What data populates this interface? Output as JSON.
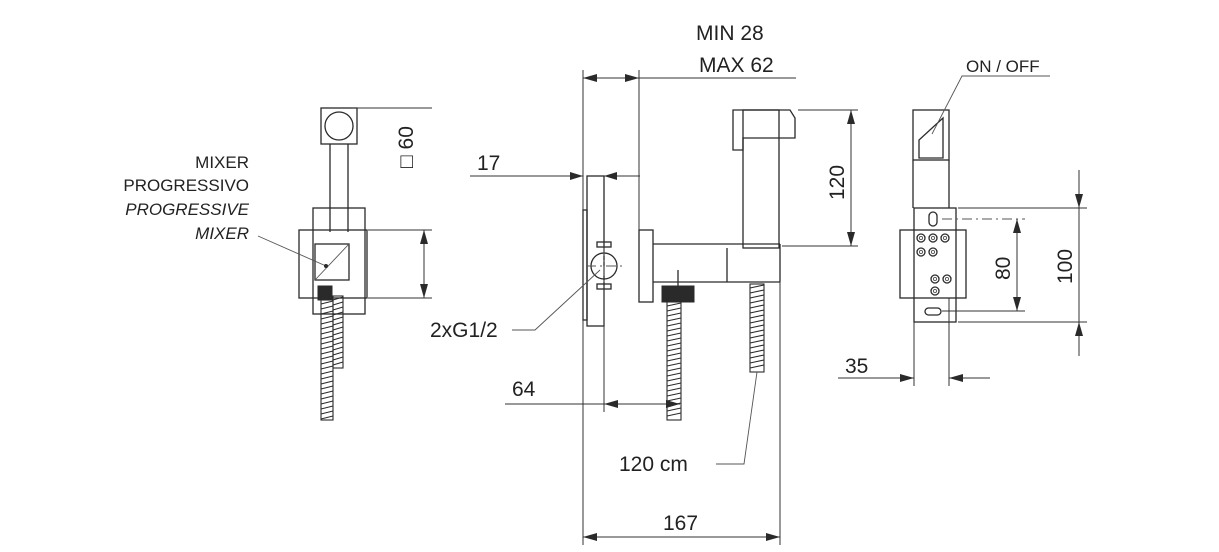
{
  "labels": {
    "mixer_it_1": "MIXER",
    "mixer_it_2": "PROGRESSIVO",
    "mixer_en_1": "PROGRESSIVE",
    "mixer_en_2": "MIXER",
    "square_60": "□ 60",
    "dim_17": "17",
    "dim_min": "MIN 28",
    "dim_max": "MAX 62",
    "dim_120_vertical": "120",
    "connection": "2xG1/2",
    "dim_64": "64",
    "hose_length": "120 cm",
    "dim_167": "167",
    "on_off": "ON / OFF",
    "dim_80": "80",
    "dim_100": "100",
    "dim_35": "35"
  }
}
